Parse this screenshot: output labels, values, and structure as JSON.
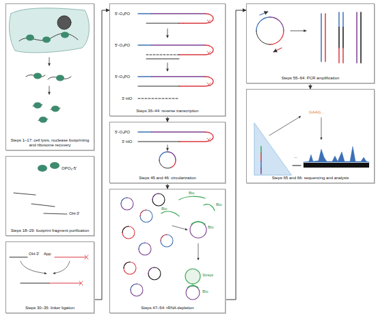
{
  "diagram": {
    "nodes": [
      {
        "text": [
          "Steps 1–17: cell lysis, nuclease footprinting and ribosome recovery"
        ]
      },
      {
        "text": [
          "Steps 18–29: footprint fragment purification"
        ]
      },
      {
        "text": [
          "Steps 30–35: linker ligation"
        ]
      },
      {
        "text": [
          "Steps 36–44: reverse transcription"
        ]
      },
      {
        "text": [
          "Steps 45 and 46: circularization"
        ]
      },
      {
        "text": [
          "Steps 47–54: rRNA depletion"
        ]
      },
      {
        "text": [
          "Steps 55–64: PCR amplification"
        ]
      },
      {
        "text": [
          "Steps 65 and 66: sequencing and analysis"
        ]
      }
    ],
    "edges": [
      {
        "from": 2,
        "to": 3,
        "arrow": "to"
      },
      {
        "from": 3,
        "to": 4,
        "arrow": "to"
      },
      {
        "from": 4,
        "to": 5,
        "arrow": "to"
      },
      {
        "from": 5,
        "to": 6,
        "arrow": "to"
      },
      {
        "from": 6,
        "to": 7,
        "arrow": "to"
      }
    ],
    "labels": [
      "OPO₃-5′",
      "OH-3′",
      "OH-3′",
      "App",
      "5′-O₃PO",
      "5′-O₃PO",
      "5′-O₃PO",
      "3′-HO",
      "5′-O₃PO",
      "3′-HO",
      "Bio",
      "Bio",
      "Bio",
      "Bio",
      "Strept",
      "Bio",
      "GAAG...",
      "..."
    ]
  }
}
